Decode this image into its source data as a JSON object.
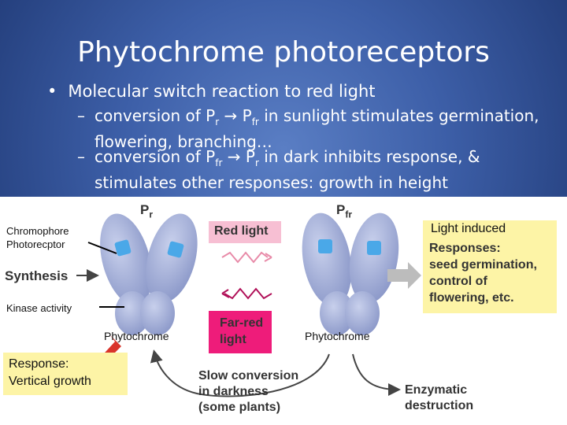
{
  "slide": {
    "title": "Phytochrome photoreceptors",
    "bullet": "Molecular switch reaction to red light",
    "sub1": {
      "pre": "conversion of P",
      "sub_a": "r",
      "mid": "P",
      "sub_b": "fr",
      "post": " in sunlight stimulates germination,",
      "line2": "flowering, branching…"
    },
    "sub2": {
      "pre": "conversion of P",
      "sub_a": "fr",
      "mid": "P",
      "sub_b": "r",
      "post": " in dark inhibits response, &",
      "line2": "stimulates other responses: growth in height"
    },
    "arrow_glyph": "→",
    "bullet_glyph": "•",
    "dash_glyph": "–"
  },
  "figure": {
    "pr_label": "P",
    "pr_sub": "r",
    "pfr_label": "P",
    "pfr_sub": "fr",
    "chromophore": "Chromophore",
    "photoreceptor": "Photorecptor",
    "synthesis": "Synthesis",
    "kinase": "Kinase activity",
    "red_light": "Red light",
    "far_red_1": "Far-red",
    "far_red_2": "light",
    "phytochrome_left": "Phytochrome",
    "phytochrome_right": "Phytochrome",
    "light_induced": "Light induced",
    "responses_1": "Responses:",
    "responses_2": "seed germination,",
    "responses_3": "control of",
    "responses_4": "flowering, etc.",
    "response_1": "Response:",
    "response_2": "Vertical growth",
    "slow_1": "Slow conversion",
    "slow_2": "in darkness",
    "slow_3": "(some plants)",
    "enz_1": "Enzymatic",
    "enz_2": "destruction"
  },
  "colors": {
    "background": "#3d5fa8",
    "protein": "#a9b5da",
    "chromophore": "#4aa8e8",
    "red_box": "#f7bfd3",
    "far_red_box": "#ee1c7a",
    "yellow_box": "#fdf4a6",
    "red_arrow": "#d9342b"
  }
}
